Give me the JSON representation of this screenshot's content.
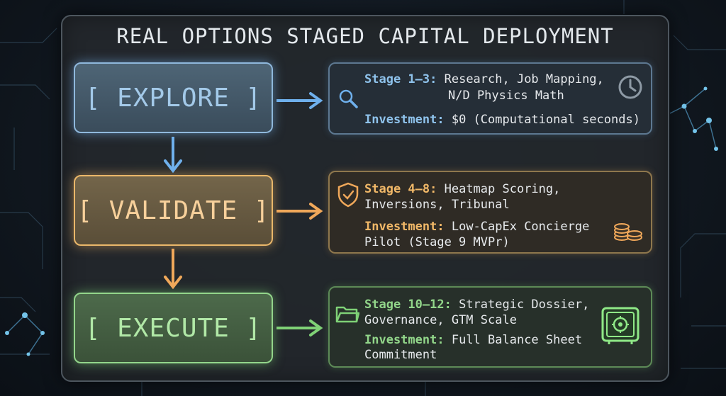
{
  "title": "REAL OPTIONS STAGED CAPITAL DEPLOYMENT",
  "stages": [
    {
      "name": "[ EXPLORE ]",
      "color": "#8fc3ec",
      "stage_label": "Stage 1–3:",
      "stage_text": "Research, Job Mapping,",
      "stage_text_2": "N/D Physics Math",
      "investment_label": "Investment:",
      "investment_text": "$0 (Computational seconds)",
      "investment_text_2": "",
      "icons": [
        "magnifier-icon",
        "clock-icon"
      ]
    },
    {
      "name": "[ VALIDATE ]",
      "color": "#f1b868",
      "stage_label": "Stage 4–8:",
      "stage_text": "Heatmap Scoring,",
      "stage_text_2": "Inversions, Tribunal",
      "investment_label": "Investment:",
      "investment_text": "Low-CapEx Concierge",
      "investment_text_2": "Pilot (Stage 9 MVPr)",
      "icons": [
        "shield-check-icon",
        "coins-icon"
      ]
    },
    {
      "name": "[ EXECUTE ]",
      "color": "#92d68a",
      "stage_label": "Stage 10–12:",
      "stage_text": "Strategic Dossier,",
      "stage_text_2": "Governance, GTM Scale",
      "investment_label": "Investment:",
      "investment_text": "Full Balance Sheet",
      "investment_text_2": "Commitment",
      "icons": [
        "folder-icon",
        "safe-icon"
      ]
    }
  ]
}
